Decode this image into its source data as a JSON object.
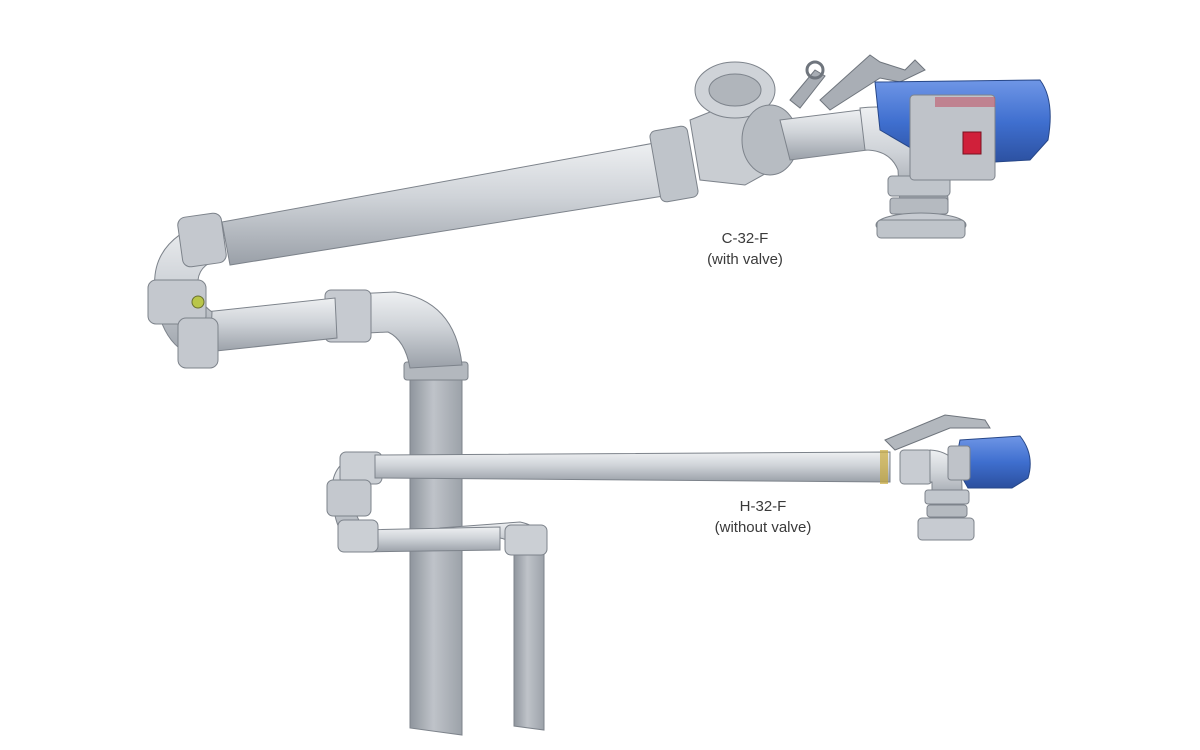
{
  "products": [
    {
      "model": "C-32-F",
      "description": "(with valve)"
    },
    {
      "model": "H-32-F",
      "description": "(without valve)"
    }
  ],
  "colors": {
    "pipe_light": "#d4d7db",
    "pipe_mid": "#b9bdc3",
    "pipe_dark": "#8c929a",
    "riser": "#a9adb3",
    "actuator_blue": "#3f6fcf",
    "actuator_dark": "#2b4f9e",
    "indicator_red": "#d0203a"
  }
}
